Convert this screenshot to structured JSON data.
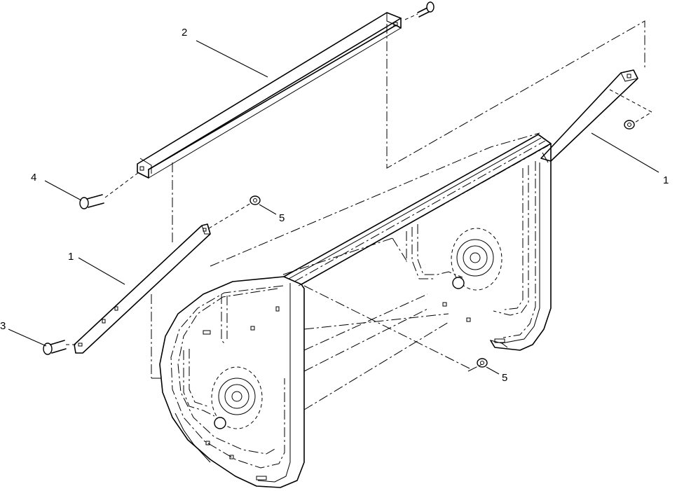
{
  "callouts": [
    {
      "id": "c1-right",
      "text": "1"
    },
    {
      "id": "c1-left",
      "text": "1"
    },
    {
      "id": "c2",
      "text": "2"
    },
    {
      "id": "c3",
      "text": "3"
    },
    {
      "id": "c4",
      "text": "4"
    },
    {
      "id": "c5-top",
      "text": "5"
    },
    {
      "id": "c5-bottom",
      "text": "5"
    }
  ],
  "parts": [
    "brace-right",
    "brace-left",
    "cross-bar",
    "bolt-3",
    "bolt-4",
    "nut-5-top",
    "nut-5-bottom",
    "nut-right",
    "bolt-top",
    "housing-frame"
  ]
}
